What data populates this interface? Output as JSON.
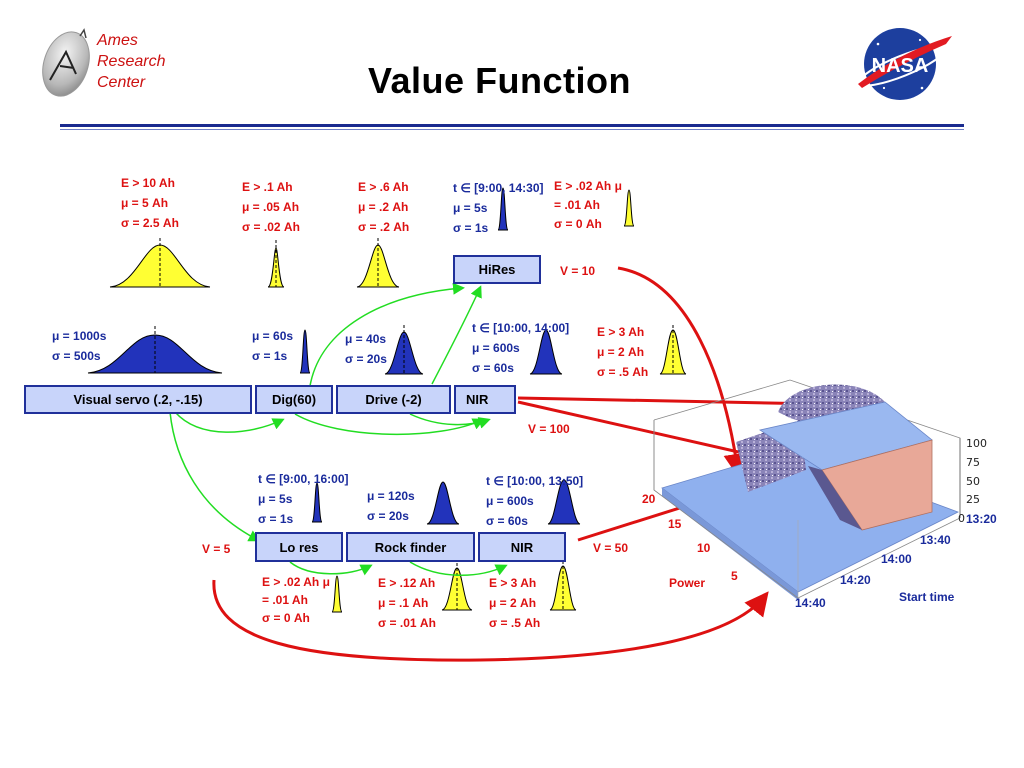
{
  "header": {
    "logo_lines": [
      "Ames",
      "Research",
      "Center"
    ],
    "title": "Value Function",
    "nasa_logo": "NASA"
  },
  "boxes": {
    "visual_servo": "Visual servo (.2, -.15)",
    "dig": "Dig(60)",
    "drive": "Drive (-2)",
    "nir_top": "NIR",
    "hires": "HiRes",
    "lores": "Lo res",
    "rock_finder": "Rock finder",
    "nir_bottom": "NIR"
  },
  "labels": {
    "e10": [
      "E > 10 Ah",
      "μ = 5 Ah",
      "σ = 2.5 Ah"
    ],
    "e01": [
      "E > .1 Ah",
      "μ = .05 Ah",
      "σ = .02 Ah"
    ],
    "e06": [
      "E > .6 Ah",
      "μ = .2 Ah",
      "σ = .2 Ah"
    ],
    "t_hires": [
      "t ∈ [9:00, 14:30]",
      "μ = 5s",
      "σ = 1s"
    ],
    "e002_top": [
      "E > .02 Ah  μ",
      "= .01 Ah",
      "σ = 0 Ah"
    ],
    "vs_time": [
      "μ = 1000s",
      "σ = 500s"
    ],
    "dig_time": [
      "μ = 60s",
      "σ = 1s"
    ],
    "drive_time": [
      "μ = 40s",
      "σ = 20s"
    ],
    "nir_time": [
      "t ∈ [10:00, 14:00]",
      "μ = 600s",
      "σ = 60s"
    ],
    "e3_top": [
      "E > 3 Ah",
      "μ = 2 Ah",
      "σ = .5 Ah"
    ],
    "lores_time": [
      "t ∈ [9:00, 16:00]",
      "μ = 5s",
      "σ = 1s"
    ],
    "rock_time": [
      "μ = 120s",
      "σ = 20s"
    ],
    "nir2_time": [
      "t ∈ [10:00, 13:50]",
      "μ = 600s",
      "σ = 60s"
    ],
    "e002_bottom": [
      "E > .02 Ah  μ",
      "= .01 Ah",
      "σ = 0 Ah"
    ],
    "e012": [
      "E > .12 Ah",
      "μ = .1 Ah",
      "σ = .01 Ah"
    ],
    "e3_bottom": [
      "E > 3 Ah",
      "μ = 2 Ah",
      "σ = .5 Ah"
    ]
  },
  "values": {
    "v10": "V = 10",
    "v100": "V = 100",
    "v5": "V = 5",
    "v50": "V = 50"
  },
  "plot": {
    "z_ticks": [
      "100",
      "75",
      "50",
      "25",
      "0"
    ],
    "time_ticks": [
      "13:20",
      "13:40",
      "14:00",
      "14:20",
      "14:40"
    ],
    "power_ticks": [
      "20",
      "15",
      "10",
      "5"
    ],
    "power_label": "Power",
    "time_label": "Start time"
  },
  "colors": {
    "accent_red": "#dd1111",
    "box_fill": "#c8d4fa",
    "box_border": "#20309a",
    "energy_curve": "#ffff33",
    "time_curve": "#2233bb",
    "arrow_green": "#22dd22"
  }
}
